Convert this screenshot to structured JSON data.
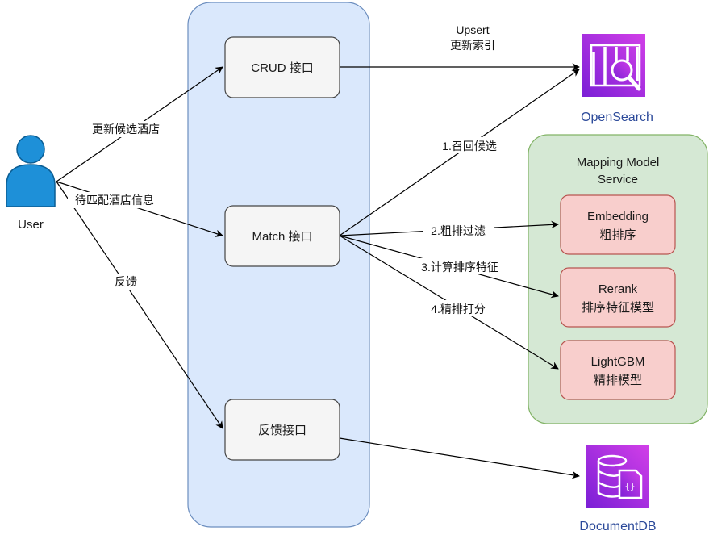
{
  "actor": {
    "label": "User"
  },
  "container": {
    "label": ""
  },
  "nodes": {
    "crud": {
      "label": "CRUD 接口"
    },
    "match": {
      "label": "Match 接口"
    },
    "feedback": {
      "label": "反馈接口"
    }
  },
  "service": {
    "title_line1": "Mapping Model",
    "title_line2": "Service",
    "models": [
      {
        "line1": "Embedding",
        "line2": "粗排序"
      },
      {
        "line1": "Rerank",
        "line2": "排序特征模型"
      },
      {
        "line1": "LightGBM",
        "line2": "精排模型"
      }
    ]
  },
  "stores": {
    "opensearch": {
      "label": "OpenSearch",
      "icon": "opensearch-icon"
    },
    "documentdb": {
      "label": "DocumentDB",
      "icon": "documentdb-icon"
    }
  },
  "edges": {
    "user_crud": "更新候选酒店",
    "user_match": "待匹配酒店信息",
    "user_feedback": "反馈",
    "crud_os_line1": "Upsert",
    "crud_os_line2": "更新索引",
    "match_os": "1.召回候选",
    "match_emb": "2.粗排过滤",
    "match_rerank": "3.计算排序特征",
    "match_lgbm": "4.精排打分"
  },
  "colors": {
    "container_fill": "#dae8fc",
    "container_stroke": "#6c8ebf",
    "node_fill": "#f5f5f5",
    "service_fill": "#d5e8d4",
    "service_stroke": "#82b366",
    "model_fill": "#f8cecc",
    "model_stroke": "#b85450",
    "user_blue": "#1e90d8",
    "icon_purple": "#b026e0"
  }
}
